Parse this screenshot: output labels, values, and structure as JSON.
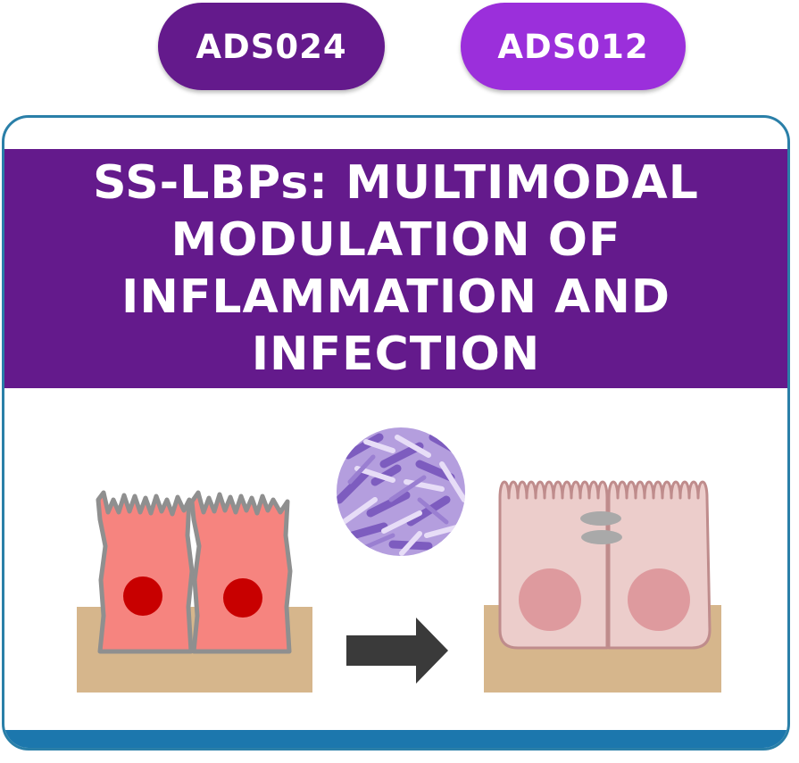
{
  "tags": [
    {
      "label": "ADS024",
      "color": "#641a8c"
    },
    {
      "label": "ADS012",
      "color": "#9b2fdb"
    }
  ],
  "banner": {
    "title": "SS-LBPs: MULTIMODAL MODULATION OF INFLAMMATION AND INFECTION",
    "color": "#641a8c"
  },
  "colors": {
    "frame": "#2a7fa8",
    "frame_bottom": "#1c77ad",
    "tissue": "#d6b68c",
    "inflamed_cell": "#f6847f",
    "nucleus_inflamed": "#c80000",
    "healthy_cell": "#eccdcb",
    "nucleus_healthy": "#de9a9e",
    "arrow": "#3a3a3a",
    "bacteria": "#a68cd4"
  },
  "icons": [
    "inflamed-epithelium-icon",
    "bacteria-icon",
    "arrow-right-icon",
    "healthy-epithelium-icon"
  ]
}
